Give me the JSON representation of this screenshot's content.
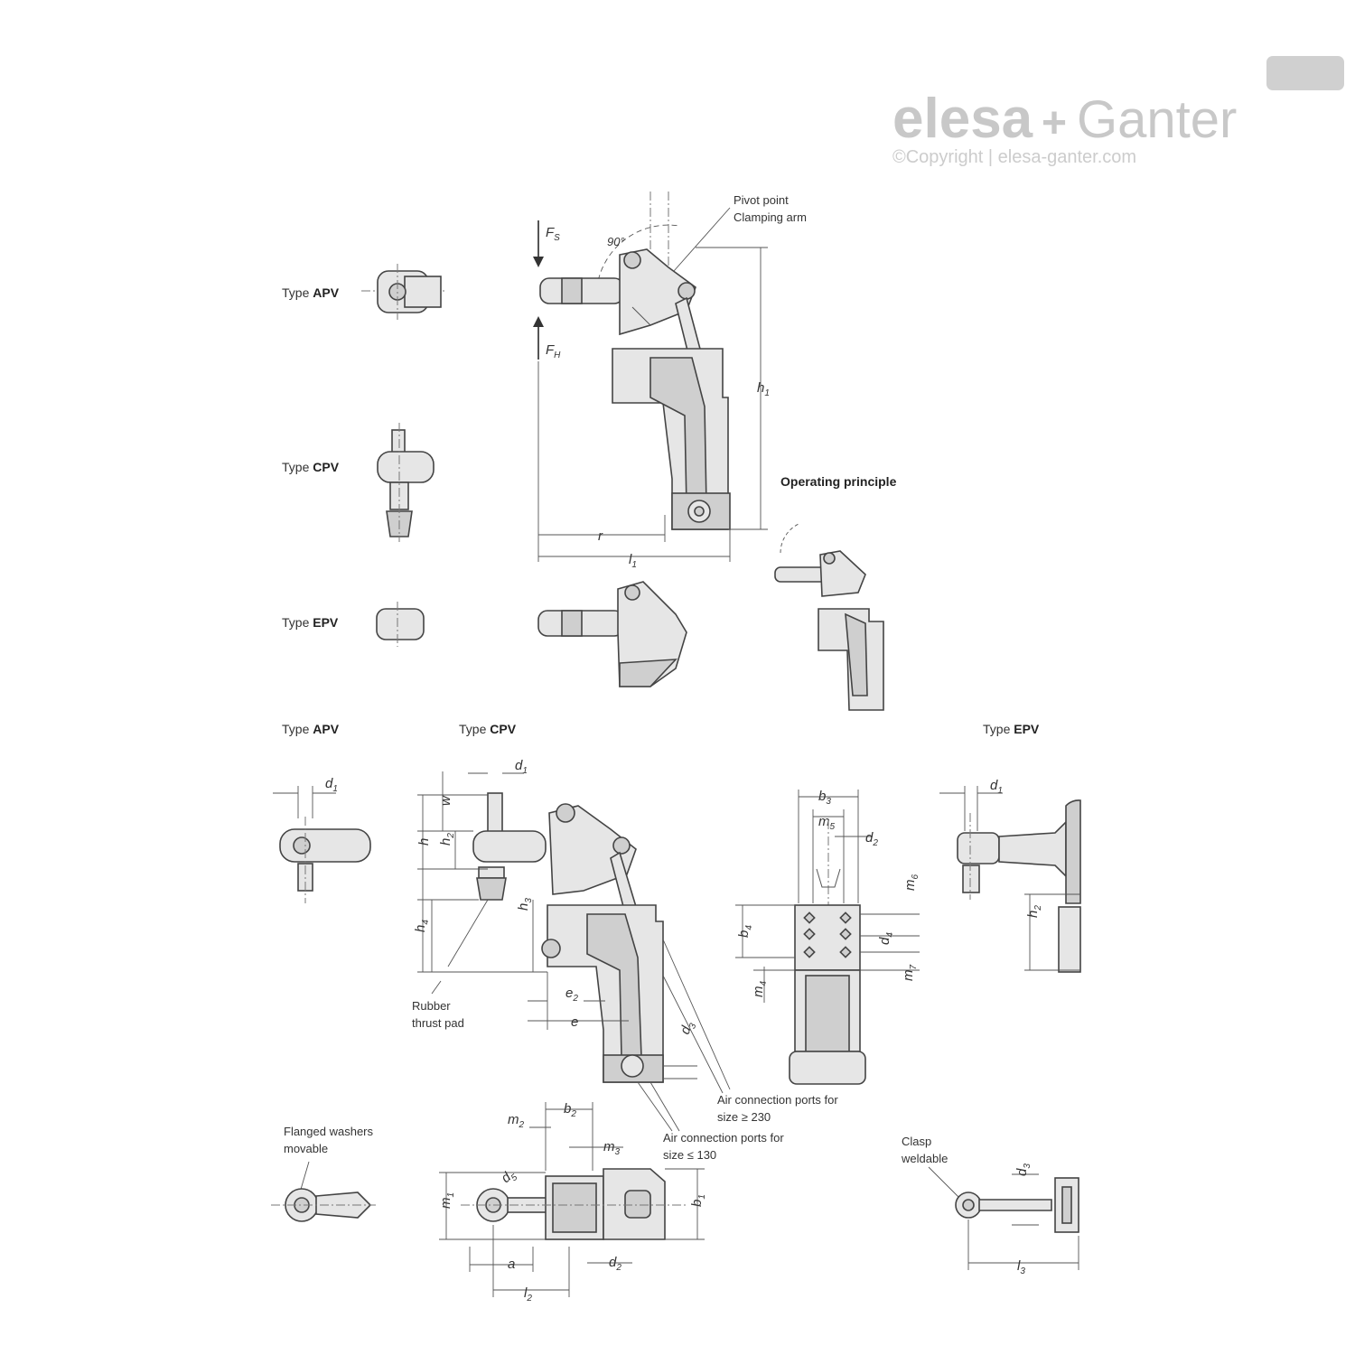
{
  "brand": {
    "logo_part1": "elesa",
    "logo_plus": "+",
    "logo_part2": "Ganter",
    "logo_mark": "",
    "copyright": "©Copyright | elesa-ganter.com"
  },
  "top_section": {
    "type_apv_label": "Type ",
    "type_apv_code": "APV",
    "type_cpv_label": "Type ",
    "type_cpv_code": "CPV",
    "type_epv_label": "Type ",
    "type_epv_code": "EPV",
    "pivot_label_line1": "Pivot point",
    "pivot_label_line2": "Clamping arm",
    "angle": "90°",
    "force_s": "F",
    "force_s_sub": "S",
    "force_h": "F",
    "force_h_sub": "H",
    "dim_h1": "h",
    "dim_h1_sub": "1",
    "dim_r": "r",
    "dim_l1": "l",
    "dim_l1_sub": "1",
    "operating_principle": "Operating principle"
  },
  "bottom_section": {
    "type_apv_label": "Type ",
    "type_apv_code": "APV",
    "type_cpv_label": "Type ",
    "type_cpv_code": "CPV",
    "type_epv_label": "Type ",
    "type_epv_code": "EPV",
    "rubber_line1": "Rubber",
    "rubber_line2": "thrust pad",
    "air_large_line1": "Air connection ports for",
    "air_large_line2": "size ≥ 230",
    "air_small_line1": "Air connection ports  for",
    "air_small_line2": "size ≤ 130",
    "washers_line1": "Flanged washers",
    "washers_line2": "movable",
    "clasp_line1": "Clasp",
    "clasp_line2": "weldable",
    "dims": {
      "d1": "d",
      "d1_sub": "1",
      "d2": "d",
      "d2_sub": "2",
      "d3": "d",
      "d3_sub": "3",
      "d4": "d",
      "d4_sub": "4",
      "d5": "d",
      "d5_sub": "5",
      "w": "w",
      "h": "h",
      "h2": "h",
      "h2_sub": "2",
      "h3": "h",
      "h3_sub": "3",
      "h4": "h",
      "h4_sub": "4",
      "b1": "b",
      "b1_sub": "1",
      "b2": "b",
      "b2_sub": "2",
      "b3": "b",
      "b3_sub": "3",
      "b4": "b",
      "b4_sub": "4",
      "m1": "m",
      "m1_sub": "1",
      "m2": "m",
      "m2_sub": "2",
      "m3": "m",
      "m3_sub": "3",
      "m4": "m",
      "m4_sub": "4",
      "m5": "m",
      "m5_sub": "5",
      "m6": "m",
      "m6_sub": "6",
      "m7": "m",
      "m7_sub": "7",
      "e": "e",
      "e2": "e",
      "e2_sub": "2",
      "a": "a",
      "l2": "l",
      "l2_sub": "2",
      "l3": "l",
      "l3_sub": "3"
    }
  }
}
